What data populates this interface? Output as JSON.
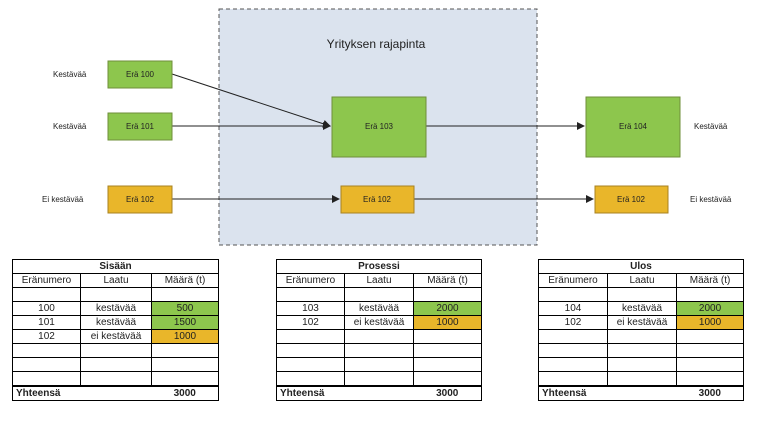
{
  "boundary": {
    "title": "Yrityksen rajapinta"
  },
  "colors": {
    "sustainable": "#8dc64d",
    "unsustainable": "#e9b62a",
    "boundary_fill": "#dbe3ee"
  },
  "nodes": {
    "n100": {
      "label": "Erä 100",
      "side": "Kestävää"
    },
    "n101": {
      "label": "Erä 101",
      "side": "Kestävää"
    },
    "n102in": {
      "label": "Erä 102",
      "side": "Ei kestävää"
    },
    "n103": {
      "label": "Erä 103"
    },
    "n102mid": {
      "label": "Erä 102"
    },
    "n104": {
      "label": "Erä 104",
      "side": "Kestävää"
    },
    "n102out": {
      "label": "Erä 102",
      "side": "Ei kestävää"
    }
  },
  "tables": {
    "in": {
      "title": "Sisään",
      "headers": [
        "Eränumero",
        "Laatu",
        "Määrä (t)"
      ],
      "rows": [
        {
          "id": "100",
          "quality": "kestävää",
          "amount": "500"
        },
        {
          "id": "101",
          "quality": "kestävää",
          "amount": "1500"
        },
        {
          "id": "102",
          "quality": "ei kestävää",
          "amount": "1000"
        }
      ],
      "total_label": "Yhteensä",
      "total": "3000"
    },
    "process": {
      "title": "Prosessi",
      "headers": [
        "Eränumero",
        "Laatu",
        "Määrä (t)"
      ],
      "rows": [
        {
          "id": "103",
          "quality": "kestävää",
          "amount": "2000"
        },
        {
          "id": "102",
          "quality": "ei kestävää",
          "amount": "1000"
        }
      ],
      "total_label": "Yhteensä",
      "total": "3000"
    },
    "out": {
      "title": "Ulos",
      "headers": [
        "Eränumero",
        "Laatu",
        "Määrä (t)"
      ],
      "rows": [
        {
          "id": "104",
          "quality": "kestävää",
          "amount": "2000"
        },
        {
          "id": "102",
          "quality": "ei kestävää",
          "amount": "1000"
        }
      ],
      "total_label": "Yhteensä",
      "total": "3000"
    }
  }
}
